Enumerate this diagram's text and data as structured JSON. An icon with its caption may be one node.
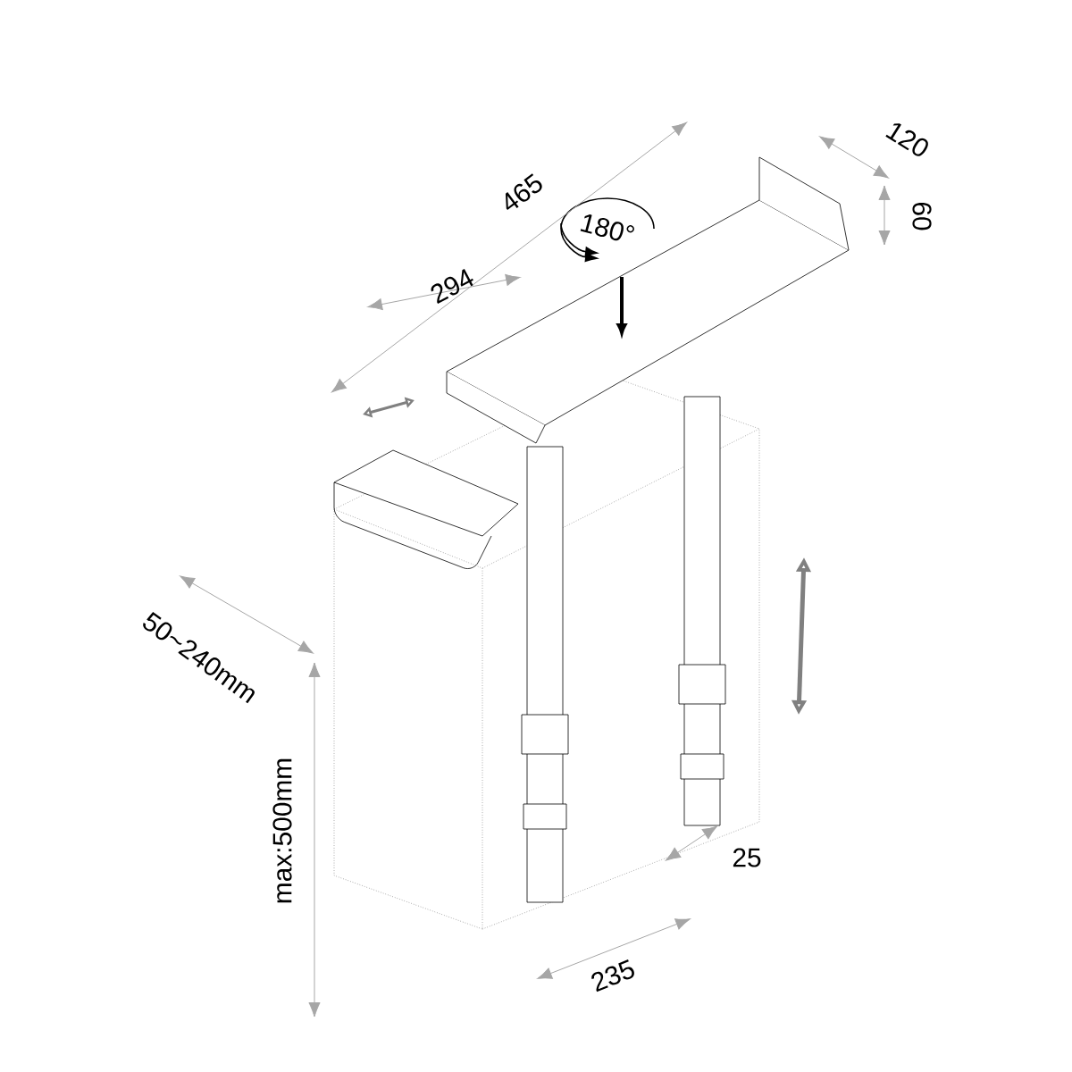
{
  "diagram": {
    "labels": [
      "465",
      "120",
      "60",
      "180°",
      "294",
      "50~240mm",
      "max:500mm",
      "25",
      "235"
    ]
  }
}
